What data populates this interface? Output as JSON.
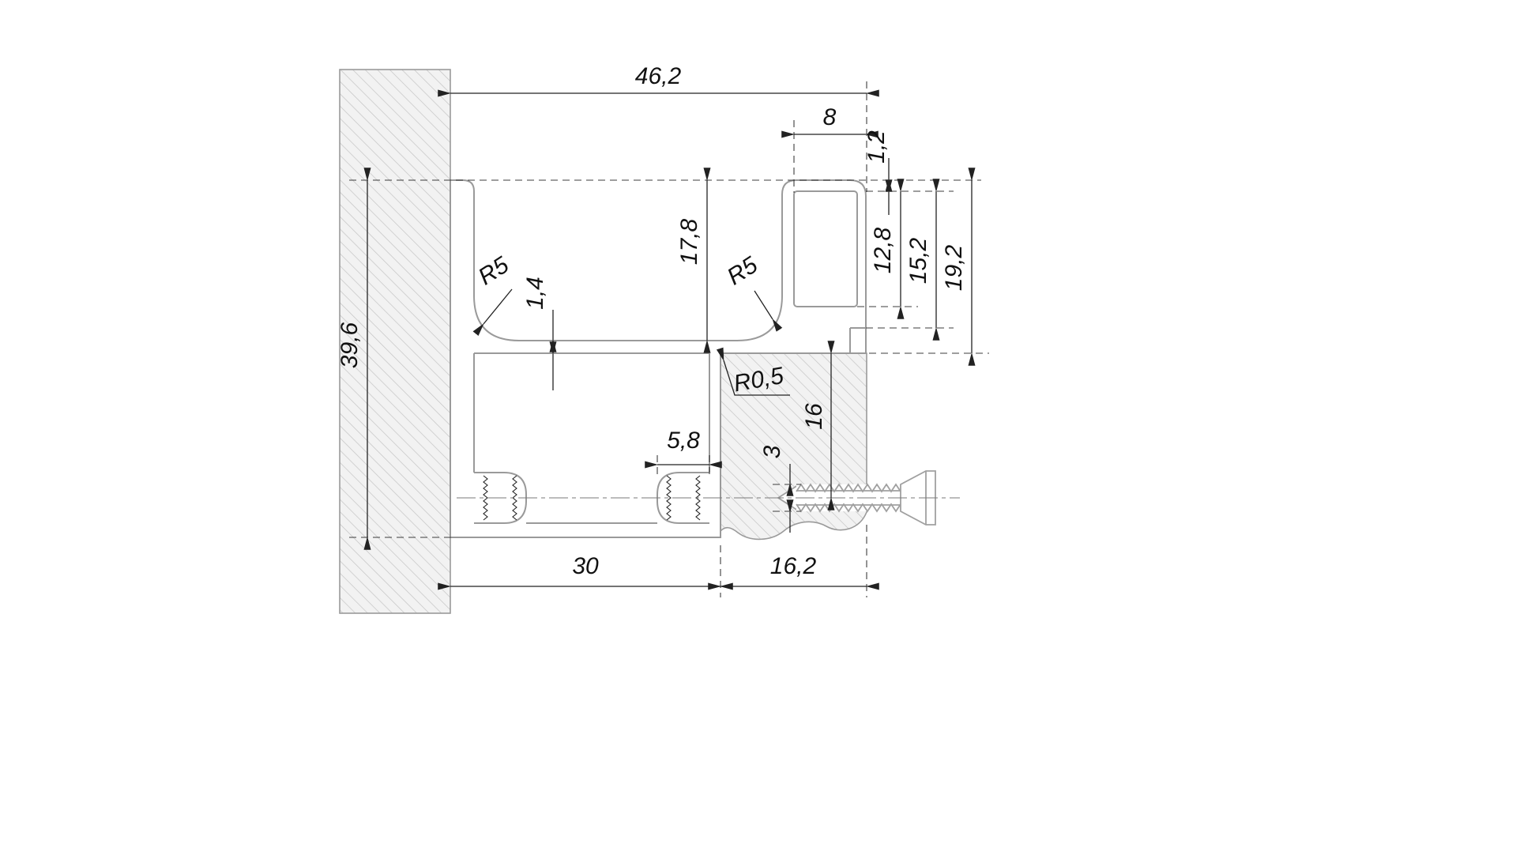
{
  "drawing": {
    "type": "technical-cross-section",
    "dimensions": {
      "horizontal": {
        "total_width": "46,2",
        "chamber_width": "8",
        "boss_width": "5,8",
        "base_width": "30",
        "panel_side": "16,2"
      },
      "vertical": {
        "profile_height": "39,6",
        "arm_inner_height": "17,8",
        "top_wall_thickness": "1,2",
        "chamber_inner_height": "12,8",
        "chamber_outer_height": "15,2",
        "arm_total_height": "19,2",
        "web_thickness": "1,4",
        "screw_engagement": "16",
        "screw_diameter": "3"
      },
      "radii": {
        "fillet_left": "R5",
        "fillet_right": "R5",
        "corner_fillet": "R0,5"
      }
    },
    "colors": {
      "background": "#ffffff",
      "dimension_line": "#222222",
      "profile_line": "#9a9a9a",
      "hatch_line": "#c4c4c4",
      "hatch_fill": "#f2f2f2",
      "centerline": "#7a7a7a"
    }
  }
}
